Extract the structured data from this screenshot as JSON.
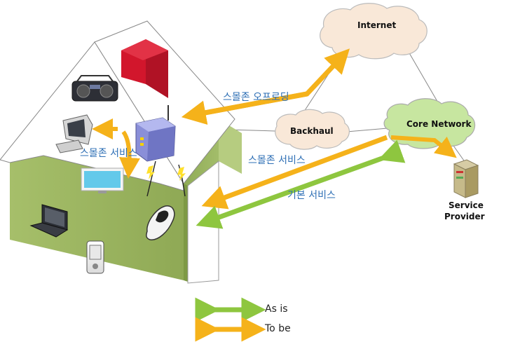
{
  "clouds": {
    "internet": "Internet",
    "backhaul": "Backhaul",
    "core_network": "Core Network"
  },
  "server": {
    "label_line1": "Service",
    "label_line2": "Provider"
  },
  "arrows": {
    "offloading": "스몰존 오프로딩",
    "smallzone_service_outside": "스몰존 서비스",
    "smallzone_service_inside": "스몰존 서비스",
    "basic_service": "기본 서비스"
  },
  "legend": {
    "as_is": "As is",
    "to_be": "To be"
  },
  "colors": {
    "as_is": "#8ec63f",
    "to_be": "#f5b21a",
    "label_blue": "#2e6fb5",
    "house_green": "#9ab55d",
    "cloud_fill": "#f9e8d8",
    "cloud_green": "#c7e6a0"
  },
  "icons": [
    "boombox-icon",
    "crt-monitor-icon",
    "flat-tv-icon",
    "wifi-router-icon",
    "laptop-icon",
    "pda-icon",
    "flip-phone-icon",
    "server-icon"
  ]
}
